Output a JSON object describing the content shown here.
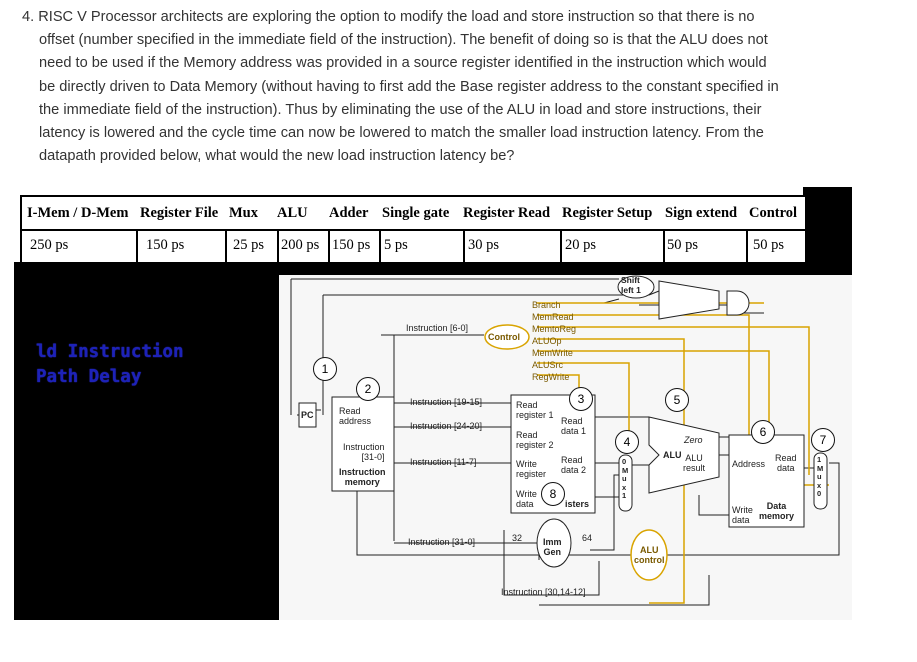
{
  "question": {
    "lines": [
      "4. RISC V Processor architects are exploring the option to modify the load and store instruction so that there is no",
      "offset (number specified in the immediate field of the instruction). The benefit of doing so is that the ALU does not",
      "need to be used if the Memory address was provided in a source register identified in the instruction which would",
      "be directly driven to Data Memory (without having to first add the Base register address to the constant specified in",
      "the immediate field of the instruction). Thus by eliminating the use of the ALU in load and store instructions, their",
      "latency is lowered and the cycle time can now be lowered to match the smaller load instruction latency. From the",
      "datapath provided below, what would the new load instruction latency be?"
    ]
  },
  "timing_table": {
    "headers": [
      "I-Mem / D-Mem",
      "Register File",
      "Mux",
      "ALU",
      "Adder",
      "Single gate",
      "Register Read",
      "Register Setup",
      "Sign extend",
      "Control"
    ],
    "values": [
      "250 ps",
      "150 ps",
      "25 ps",
      "200 ps",
      "150 ps",
      "5 ps",
      "30 ps",
      "20 ps",
      "50 ps",
      "50 ps"
    ]
  },
  "annotation": {
    "line1": "ld Instruction",
    "line2": "Path Delay",
    "color": "#1d22b8"
  },
  "datapath": {
    "shift_left": [
      "Shift",
      "left 1"
    ],
    "control_label": "Control",
    "control_signals": [
      "Branch",
      "MemRead",
      "MemtoReg",
      "ALUOp",
      "MemWrite",
      "ALUSrc",
      "RegWrite"
    ],
    "instruction_fields": [
      "Instruction [6-0]",
      "Instruction [19-15]",
      "Instruction [24-20]",
      "Instruction [11-7]",
      "Instruction [31-0]",
      "Instruction [30,14-12]"
    ],
    "pc": "PC",
    "read_address": [
      "Read",
      "address"
    ],
    "instruction_memory": [
      "Instruction",
      "[31-0]",
      "Instruction",
      "memory"
    ],
    "register_file": {
      "read_reg1": [
        "Read",
        "register 1"
      ],
      "read_reg2": [
        "Read",
        "register 2"
      ],
      "write_reg": [
        "Write",
        "register"
      ],
      "write_data": [
        "Write",
        "data"
      ],
      "read_data1": [
        "Read",
        "data 1"
      ],
      "read_data2": [
        "Read",
        "data 2"
      ],
      "registers": "isters"
    },
    "imm_gen": [
      "Imm",
      "Gen"
    ],
    "bit_32": "32",
    "bit_64": "64",
    "mux_alusrc": [
      "0",
      "M",
      "u",
      "x",
      "1"
    ],
    "mux_memtoreg": [
      "1",
      "M",
      "u",
      "x",
      "0"
    ],
    "alu": {
      "zero": "Zero",
      "alu": "ALU",
      "result": [
        "ALU",
        "result"
      ]
    },
    "alu_control": [
      "ALU",
      "control"
    ],
    "data_memory": {
      "address": "Address",
      "read_data": [
        "Read",
        "data"
      ],
      "write_data": [
        "Write",
        "data"
      ],
      "name": [
        "Data",
        "memory"
      ]
    },
    "markers": [
      "1",
      "2",
      "3",
      "4",
      "5",
      "6",
      "7",
      "8"
    ],
    "colors": {
      "control": "#d9a400",
      "wire": "#222222"
    }
  }
}
